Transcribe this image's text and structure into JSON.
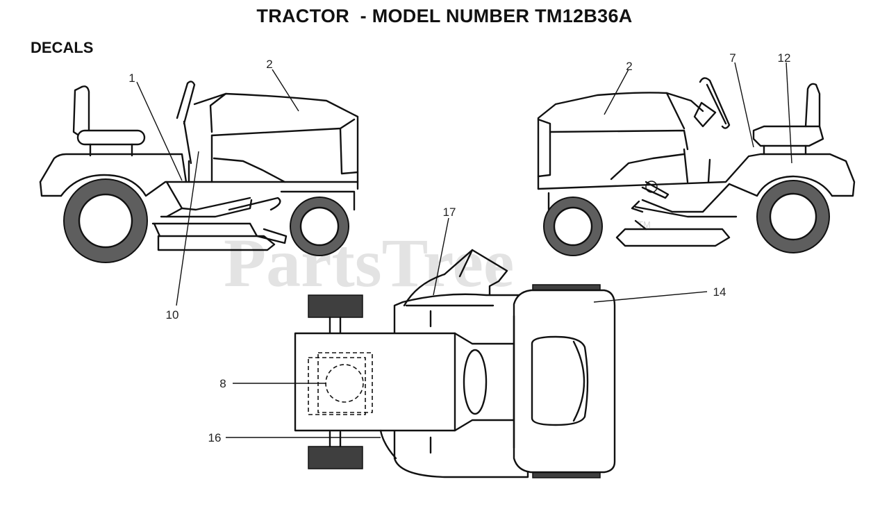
{
  "title": "TRACTOR  - MODEL NUMBER TM12B36A",
  "section": "DECALS",
  "watermark": {
    "text": "PartsTree",
    "trademark": "TM"
  },
  "callouts": [
    {
      "id": "left-1",
      "text": "1"
    },
    {
      "id": "left-2",
      "text": "2"
    },
    {
      "id": "left-10",
      "text": "10"
    },
    {
      "id": "right-2",
      "text": "2"
    },
    {
      "id": "right-7",
      "text": "7"
    },
    {
      "id": "right-12",
      "text": "12"
    },
    {
      "id": "top-17",
      "text": "17"
    },
    {
      "id": "top-14",
      "text": "14"
    },
    {
      "id": "top-8",
      "text": "8"
    },
    {
      "id": "top-16",
      "text": "16"
    }
  ]
}
